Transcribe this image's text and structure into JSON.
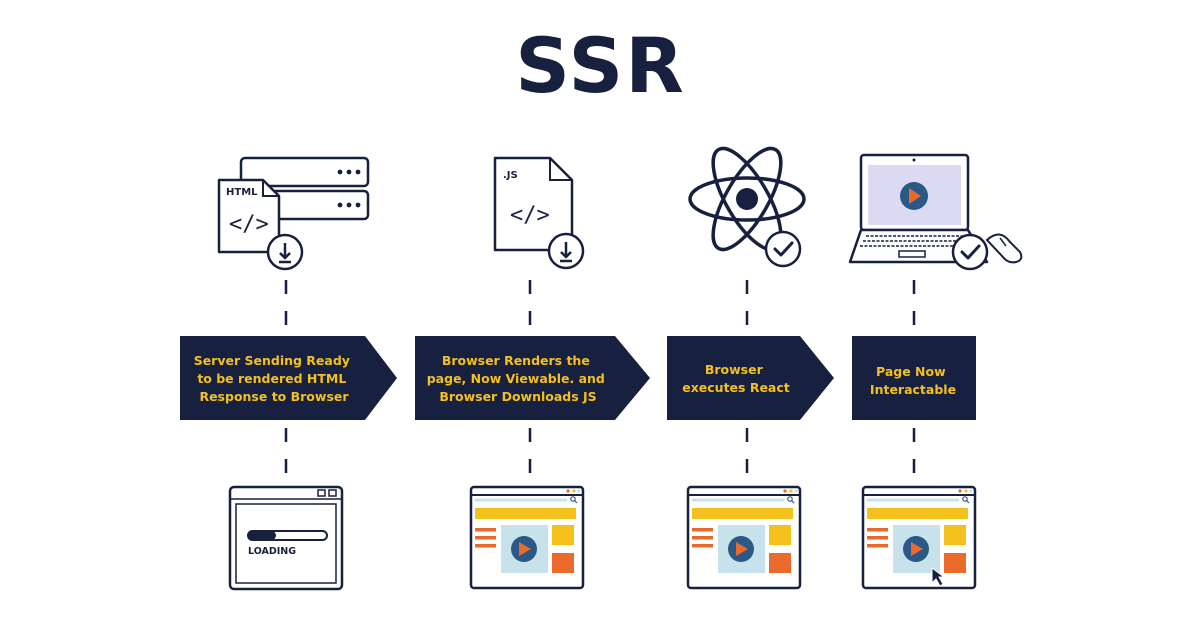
{
  "title": "SSR",
  "steps": [
    {
      "label_lines": [
        "Server Sending Ready",
        "to be rendered HTML",
        "Response to Browser"
      ],
      "icon": "html-server-icon",
      "result": "loading-browser-icon"
    },
    {
      "label_lines": [
        "Browser Renders the",
        "page, Now Viewable. and",
        "Browser Downloads JS"
      ],
      "icon": "js-file-icon",
      "result": "rendered-page-icon"
    },
    {
      "label_lines": [
        "Browser",
        "executes React"
      ],
      "icon": "react-atom-icon",
      "result": "rendered-page-icon"
    },
    {
      "label_lines": [
        "Page Now",
        "Interactable"
      ],
      "icon": "laptop-icon",
      "result": "interactive-page-icon"
    }
  ],
  "icons": {
    "html_doc_label": "HTML",
    "js_doc_label": ".JS",
    "code_glyph": "</>",
    "loading_label": "LOADING"
  },
  "colors": {
    "navy": "#17203f",
    "yellow": "#f4c01b",
    "orange": "#ea6a2c",
    "light_blue": "#c7e2ea",
    "laptop_screen": "#dcd9f2",
    "play_blue": "#2a5985"
  }
}
